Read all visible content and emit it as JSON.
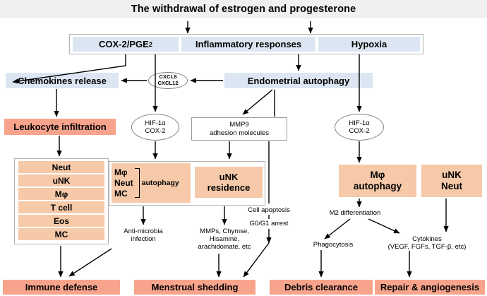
{
  "title": "The withdrawal of estrogen and progesterone",
  "colors": {
    "blue": "#dce6f2",
    "peach": "#f6c9a8",
    "salmon": "#f8a48c",
    "title_bg": "#f0f0f0",
    "outline": "#b3b3b3",
    "arrow": "#000000"
  },
  "tier1": {
    "cox2": "COX-2/PGE",
    "cox2_sub": "2",
    "inflammatory": "Inflammatory responses",
    "hypoxia": "Hypoxia"
  },
  "tier2": {
    "chemokines": "Chemokines release",
    "cxcl": {
      "line1": "CXCL8",
      "line2": "CXCL12"
    },
    "endometrial": "Endometrial autophagy"
  },
  "tier3": {
    "leukocyte": "Leukocyte infiltration",
    "hif_left": {
      "line1": "HIF-1α",
      "line2": "COX-2"
    },
    "mmp9": {
      "line1": "MMP9",
      "line2": "adhesion molecules"
    },
    "hif_right": {
      "line1": "HIF-1α",
      "line2": "COX-2"
    }
  },
  "cell_list": [
    "Neut",
    "uNK",
    "Mφ",
    "T cell",
    "Eos",
    "MC"
  ],
  "autophagy_group": {
    "cells": [
      "Mφ",
      "Neut",
      "MC"
    ],
    "label": "autophagy",
    "unk_residence": {
      "line1": "uNK",
      "line2": "residence"
    }
  },
  "right_group": {
    "mphi_autophagy": {
      "line1": "Mφ",
      "line2": "autophagy"
    },
    "unk_neut": {
      "line1": "uNK",
      "line2": "Neut"
    }
  },
  "annotations": {
    "anti_microbia": "Anti-microbia\ninfection",
    "mmps_chymse": "MMPs, Chymse,\nHisamine,\narachidoinate, etc",
    "cell_apoptosis": "Cell apoptosis",
    "g0g1_arrest": "G0/G1 arrest",
    "m2_differentiation": "M2 differentiation",
    "phagocytosis": "Phagocytosis",
    "cytokines_l1": "Cytokines",
    "cytokines_l2": "(VEGF, FGFs, TGF-β, etc)"
  },
  "outcomes": [
    "Immune defense",
    "Menstrual shedding",
    "Debris clearance",
    "Repair & angiogenesis"
  ]
}
